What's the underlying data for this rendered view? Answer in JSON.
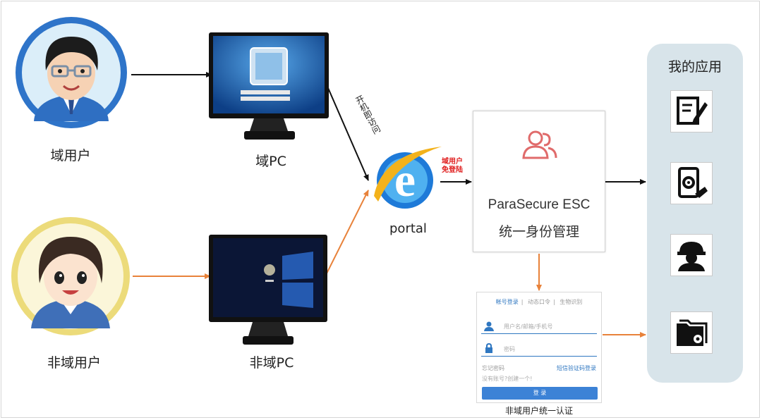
{
  "users": {
    "domain_user": "域用户",
    "non_domain_user": "非域用户"
  },
  "pcs": {
    "domain_pc": "域PC",
    "non_domain_pc": "非域PC"
  },
  "connectors": {
    "boot_access": "开机即访问",
    "domain_user_tag_line1": "域用户",
    "domain_user_tag_line2": "免登陆"
  },
  "portal": {
    "label": "portal"
  },
  "esc": {
    "product": "ParaSecure ESC",
    "subtitle": "统一身份管理"
  },
  "apps": {
    "title": "我的应用",
    "icons": [
      "document-edit-icon",
      "tablet-gear-icon",
      "worker-helmet-icon",
      "folder-gear-icon"
    ]
  },
  "login_form": {
    "tabs": [
      "帐号登录",
      "动态口令",
      "生物识别"
    ],
    "username_placeholder": "用户名/邮箱/手机号",
    "password_placeholder": "密码",
    "forgot_password": "忘记密码",
    "sms_login": "短信验证码登录",
    "no_account": "没有账号?创建一个!",
    "login_button": "登  录",
    "caption": "非域用户统一认证"
  },
  "colors": {
    "black_line": "#111111",
    "orange_line": "#e8823a",
    "accent_red": "#e02020",
    "brand_blue": "#2f77c1",
    "panel_bg": "#d8e4ea"
  }
}
